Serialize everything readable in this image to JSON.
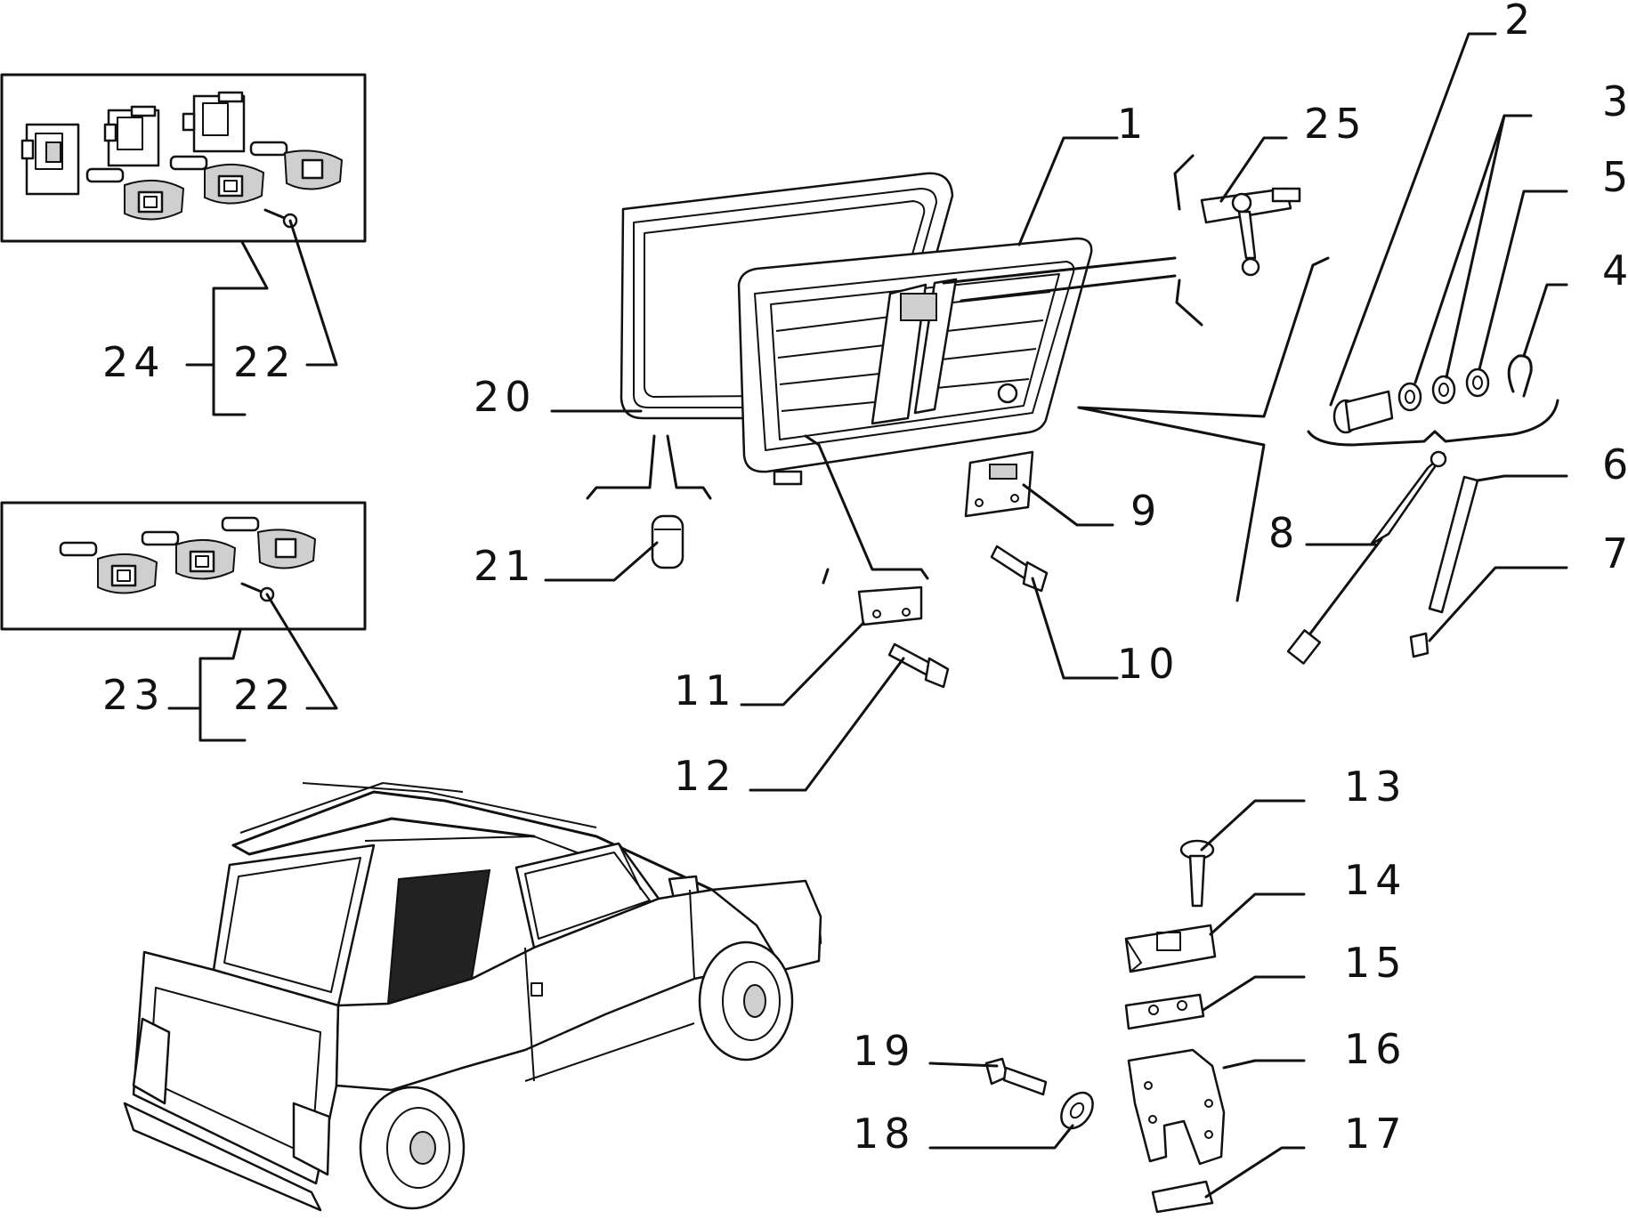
{
  "callouts": {
    "p1": "1",
    "p2": "2",
    "p3": "3",
    "p4": "4",
    "p5": "5",
    "p6": "6",
    "p7": "7",
    "p8": "8",
    "p9": "9",
    "p10": "10",
    "p11": "11",
    "p12": "12",
    "p13": "13",
    "p14": "14",
    "p15": "15",
    "p16": "16",
    "p17": "17",
    "p18": "18",
    "p19": "19",
    "p20": "20",
    "p21": "21",
    "p22a": "22",
    "p22b": "22",
    "p23": "23",
    "p24": "24",
    "p25": "25"
  }
}
